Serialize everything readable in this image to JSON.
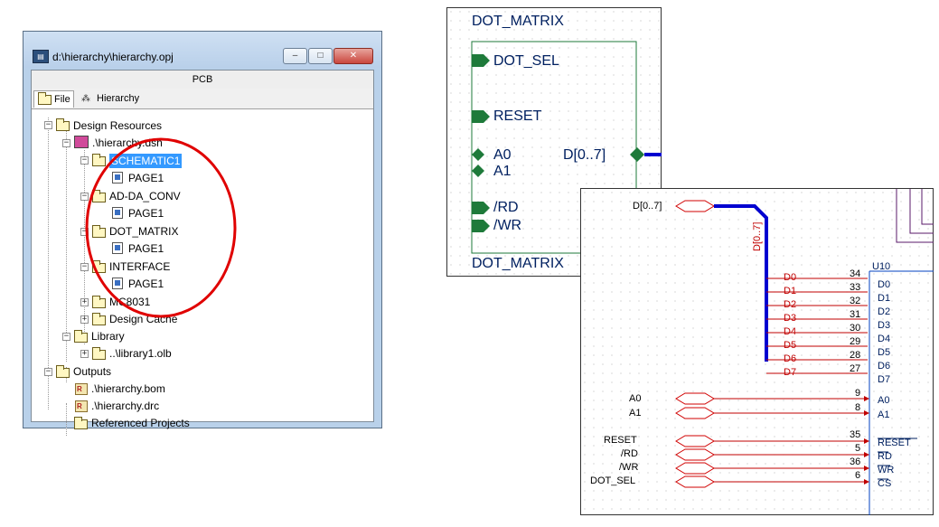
{
  "window": {
    "title": "d:\\hierarchy\\hierarchy.opj",
    "app_icon": "orcad-capture-icon",
    "minimize": "–",
    "maximize": "□",
    "close": "✕",
    "close_color": "#c9463d",
    "header_label": "PCB",
    "tabs": [
      {
        "label": "File",
        "icon": "folder-icon"
      },
      {
        "label": "Hierarchy",
        "icon": "hierarchy-icon"
      }
    ]
  },
  "tree": [
    {
      "label": "Design Resources",
      "type": "folder"
    },
    {
      "label": ".\\hierarchy.dsn",
      "type": "design"
    },
    {
      "label": "SCHEMATIC1",
      "type": "folder",
      "selected": true
    },
    {
      "label": "PAGE1",
      "type": "page"
    },
    {
      "label": "AD-DA_CONV",
      "type": "folder"
    },
    {
      "label": "PAGE1",
      "type": "page"
    },
    {
      "label": "DOT_MATRIX",
      "type": "folder"
    },
    {
      "label": "PAGE1",
      "type": "page"
    },
    {
      "label": "INTERFACE",
      "type": "folder"
    },
    {
      "label": "PAGE1",
      "type": "page"
    },
    {
      "label": "MC8031",
      "type": "folder"
    },
    {
      "label": "Design Cache",
      "type": "folder"
    },
    {
      "label": "Library",
      "type": "folder"
    },
    {
      "label": "..\\library1.olb",
      "type": "folder"
    },
    {
      "label": "Outputs",
      "type": "folder"
    },
    {
      "label": ".\\hierarchy.bom",
      "type": "report"
    },
    {
      "label": ".\\hierarchy.drc",
      "type": "report"
    },
    {
      "label": "Referenced Projects",
      "type": "folder"
    }
  ],
  "highlight_color": "#e00000",
  "block": {
    "title_top": "DOT_MATRIX",
    "title_bottom": "DOT_MATRIX",
    "ports": [
      "DOT_SEL",
      "RESET",
      "A0",
      "A1",
      "/RD",
      "/WR"
    ],
    "bus_port": "D[0..7]",
    "port_color": "#1e7a3a"
  },
  "schematic": {
    "bus_label": "D[0..7]",
    "bus_vertical_label": "D[0..7]",
    "bus_color": "#0000d0",
    "part_ref": "U10",
    "data_nets": [
      "D0",
      "D1",
      "D2",
      "D3",
      "D4",
      "D5",
      "D6",
      "D7"
    ],
    "data_pin_numbers": [
      "34",
      "33",
      "32",
      "31",
      "30",
      "29",
      "28",
      "27"
    ],
    "data_pin_names": [
      "D0",
      "D1",
      "D2",
      "D3",
      "D4",
      "D5",
      "D6",
      "D7"
    ],
    "addr_ports": [
      "A0",
      "A1"
    ],
    "addr_pin_numbers": [
      "9",
      "8"
    ],
    "addr_pin_names": [
      "A0",
      "A1"
    ],
    "ctrl_ports": [
      "RESET",
      "/RD",
      "/WR",
      "DOT_SEL"
    ],
    "ctrl_pin_numbers": [
      "35",
      "5",
      "36",
      "6"
    ],
    "ctrl_pin_names": [
      "RESET",
      "RD",
      "WR",
      "CS"
    ]
  }
}
